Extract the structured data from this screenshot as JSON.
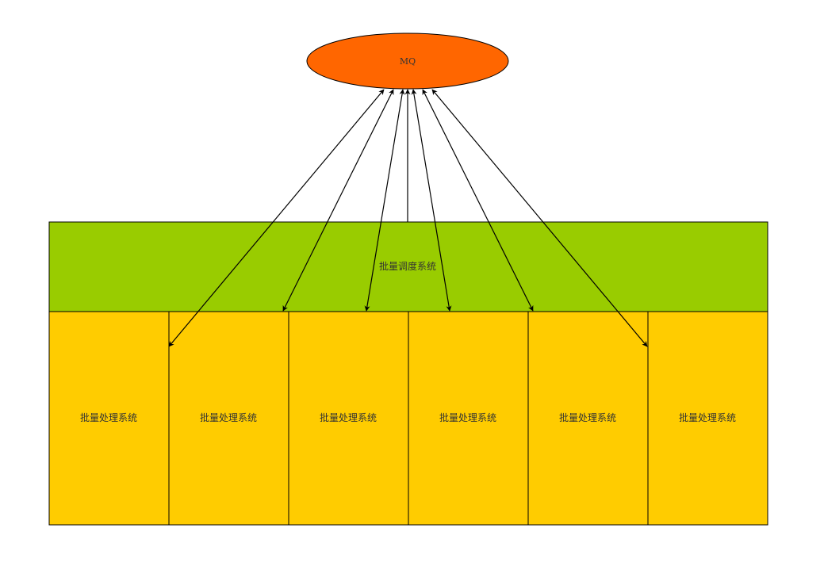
{
  "mq": {
    "label": "MQ",
    "fill": "#ff6600"
  },
  "scheduler": {
    "label": "批量调度系统",
    "fill": "#99cc00"
  },
  "processors": {
    "fill": "#ffcc00",
    "items": [
      {
        "label": "批量处理系统"
      },
      {
        "label": "批量处理系统"
      },
      {
        "label": "批量处理系统"
      },
      {
        "label": "批量处理系统"
      },
      {
        "label": "批量处理系统"
      },
      {
        "label": "批量处理系统"
      }
    ]
  },
  "colors": {
    "stroke": "#000000",
    "text": "#333333"
  }
}
